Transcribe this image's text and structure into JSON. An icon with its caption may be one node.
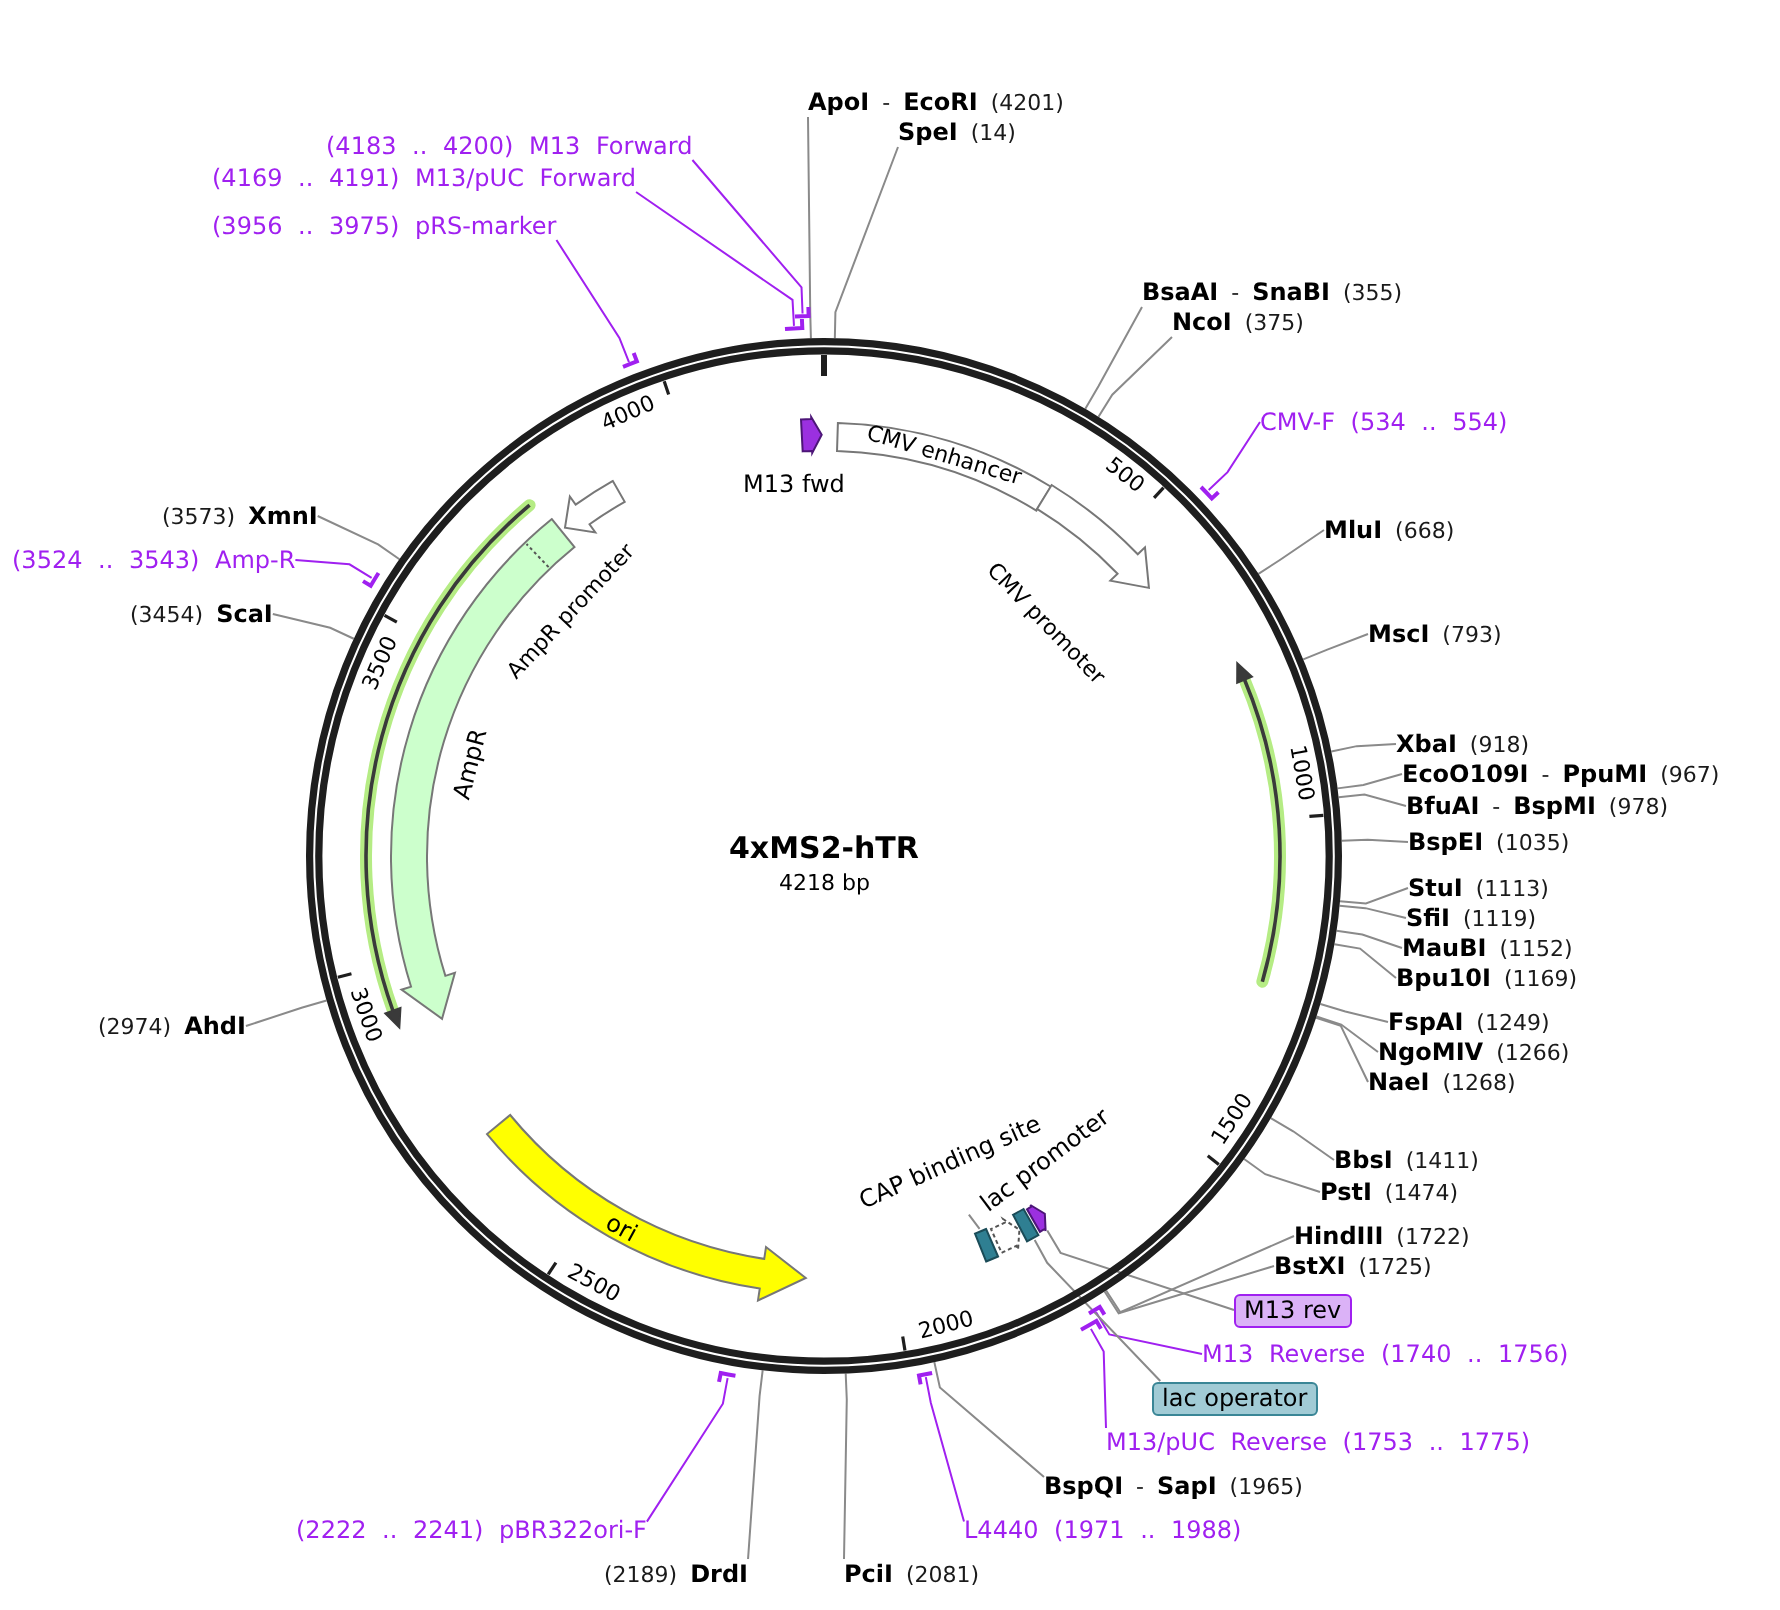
{
  "diagram": {
    "nodes": [
      {
        "text": [
          "4xMS2-hTR",
          "4218 bp"
        ]
      },
      {
        "text": [
          "M13 fwd"
        ],
        "in": 0
      },
      {
        "text": [
          "CMV enhancer"
        ],
        "in": 0
      },
      {
        "text": [
          "CMV promoter"
        ],
        "in": 0
      },
      {
        "text": [],
        "shape": "box",
        "in": 0
      },
      {
        "text": [
          "lac promoter"
        ],
        "in": 0
      },
      {
        "text": [],
        "shape": "box",
        "in": 0
      },
      {
        "text": [],
        "shape": "arrow",
        "in": 0
      },
      {
        "text": [
          "ori"
        ],
        "in": 0
      },
      {
        "text": [
          "AmpR"
        ],
        "in": 0
      },
      {
        "text": [
          "AmpR promoter"
        ],
        "in": 0
      },
      {
        "text": [
          "CAP binding site"
        ],
        "in": 0
      },
      {
        "text": [
          "**ApoI** - **EcoRI** (4201)"
        ]
      },
      {
        "text": [
          "**SpeI** (14)"
        ]
      },
      {
        "text": [
          "**BsaAI** - **SnaBI** (355)"
        ]
      },
      {
        "text": [
          "**NcoI** (375)"
        ]
      },
      {
        "text": [
          "CMV-F (534 .. 554)"
        ]
      },
      {
        "text": [],
        "shape": "bar"
      },
      {
        "text": [
          "**MluI** (668)"
        ]
      },
      {
        "text": [
          "**MscI** (793)"
        ]
      },
      {
        "text": [
          "**XbaI** (918)"
        ]
      },
      {
        "text": [
          "**EcoO109I** - **PpuMI** (967)"
        ]
      },
      {
        "text": [
          "**BfuAI** - **BspMI** (978)"
        ]
      },
      {
        "text": [
          "**BspEI** (1035)"
        ]
      },
      {
        "text": [
          "**StuI** (1113)"
        ]
      },
      {
        "text": [
          "**SfiI** (1119)"
        ]
      },
      {
        "text": [
          "**MauBI** (1152)"
        ]
      },
      {
        "text": [
          "**Bpu10I** (1169)"
        ]
      },
      {
        "text": [
          "**FspAI** (1249)"
        ]
      },
      {
        "text": [
          "**NgoMIV** (1266)"
        ]
      },
      {
        "text": [
          "**NaeI** (1268)"
        ]
      },
      {
        "text": [
          "**BbsI** (1411)"
        ]
      },
      {
        "text": [
          "**PstI** (1474)"
        ]
      },
      {
        "text": [
          "**HindIII** (1722)"
        ]
      },
      {
        "text": [
          "**BstXI** (1725)"
        ]
      },
      {
        "text": [
          "M13 rev"
        ]
      },
      {
        "text": [
          "M13 Reverse (1740 .. 1756)"
        ]
      },
      {
        "text": [],
        "shape": "bar"
      },
      {
        "text": [
          "lac operator"
        ]
      },
      {
        "text": [
          "M13/pUC Reverse (1753 .. 1775)"
        ]
      },
      {
        "text": [],
        "shape": "bar"
      },
      {
        "text": [
          "**BspQI** - **SapI** (1965)"
        ]
      },
      {
        "text": [
          "L4440 (1971 .. 1988)"
        ]
      },
      {
        "text": [],
        "shape": "bar"
      },
      {
        "text": [
          "**PciI** (2081)"
        ]
      },
      {
        "text": [
          "(2189) **DrdI**"
        ]
      },
      {
        "text": [
          "(2222 .. 2241) pBR322ori-F"
        ]
      },
      {
        "text": [],
        "shape": "bar"
      },
      {
        "text": [
          "(2974) **AhdI**"
        ]
      },
      {
        "text": [
          "(3454) **ScaI**"
        ]
      },
      {
        "text": [
          "(3524 .. 3543) Amp-R"
        ]
      },
      {
        "text": [],
        "shape": "bar"
      },
      {
        "text": [
          "(3573) **XmnI**"
        ]
      },
      {
        "text": [
          "(3956 .. 3975) pRS-marker"
        ]
      },
      {
        "text": [],
        "shape": "bar"
      },
      {
        "text": [
          "(4169 .. 4191) M13/pUC Forward"
        ]
      },
      {
        "text": [],
        "shape": "bar"
      },
      {
        "text": [
          "(4183 .. 4200) M13 Forward"
        ]
      },
      {
        "text": [],
        "shape": "bar"
      }
    ],
    "edges": [
      {
        "from": 11,
        "to": 4,
        "arrow": "none"
      },
      {
        "from": 12,
        "to": 0,
        "arrow": "none"
      },
      {
        "from": 13,
        "to": 0,
        "arrow": "none"
      },
      {
        "from": 14,
        "to": 0,
        "arrow": "none"
      },
      {
        "from": 15,
        "to": 0,
        "arrow": "none"
      },
      {
        "from": 16,
        "to": 17,
        "arrow": "none",
        "color": "#a020f0"
      },
      {
        "from": 18,
        "to": 0,
        "arrow": "none"
      },
      {
        "from": 19,
        "to": 0,
        "arrow": "none"
      },
      {
        "from": 20,
        "to": 0,
        "arrow": "none"
      },
      {
        "from": 21,
        "to": 0,
        "arrow": "none"
      },
      {
        "from": 22,
        "to": 0,
        "arrow": "none"
      },
      {
        "from": 23,
        "to": 0,
        "arrow": "none"
      },
      {
        "from": 24,
        "to": 0,
        "arrow": "none"
      },
      {
        "from": 25,
        "to": 0,
        "arrow": "none"
      },
      {
        "from": 26,
        "to": 0,
        "arrow": "none"
      },
      {
        "from": 27,
        "to": 0,
        "arrow": "none"
      },
      {
        "from": 28,
        "to": 0,
        "arrow": "none"
      },
      {
        "from": 29,
        "to": 0,
        "arrow": "none"
      },
      {
        "from": 30,
        "to": 0,
        "arrow": "none"
      },
      {
        "from": 31,
        "to": 0,
        "arrow": "none"
      },
      {
        "from": 32,
        "to": 0,
        "arrow": "none"
      },
      {
        "from": 33,
        "to": 0,
        "arrow": "none"
      },
      {
        "from": 34,
        "to": 0,
        "arrow": "none"
      },
      {
        "from": 35,
        "to": 7,
        "arrow": "none"
      },
      {
        "from": 36,
        "to": 37,
        "arrow": "none",
        "color": "#a020f0"
      },
      {
        "from": 38,
        "to": 6,
        "arrow": "none"
      },
      {
        "from": 39,
        "to": 40,
        "arrow": "none",
        "color": "#a020f0"
      },
      {
        "from": 41,
        "to": 0,
        "arrow": "none"
      },
      {
        "from": 42,
        "to": 43,
        "arrow": "none",
        "color": "#a020f0"
      },
      {
        "from": 44,
        "to": 0,
        "arrow": "none"
      },
      {
        "from": 45,
        "to": 0,
        "arrow": "none"
      },
      {
        "from": 46,
        "to": 47,
        "arrow": "none",
        "color": "#a020f0"
      },
      {
        "from": 48,
        "to": 0,
        "arrow": "none"
      },
      {
        "from": 49,
        "to": 0,
        "arrow": "none"
      },
      {
        "from": 50,
        "to": 51,
        "arrow": "none",
        "color": "#a020f0"
      },
      {
        "from": 52,
        "to": 0,
        "arrow": "none"
      },
      {
        "from": 53,
        "to": 54,
        "arrow": "none",
        "color": "#a020f0"
      },
      {
        "from": 55,
        "to": 56,
        "arrow": "none",
        "color": "#a020f0"
      },
      {
        "from": 57,
        "to": 58,
        "arrow": "none",
        "color": "#a020f0"
      }
    ],
    "labels": [
      "4000",
      "500",
      "3500",
      "1000",
      "3000",
      "1500",
      "2500",
      "2000"
    ]
  }
}
